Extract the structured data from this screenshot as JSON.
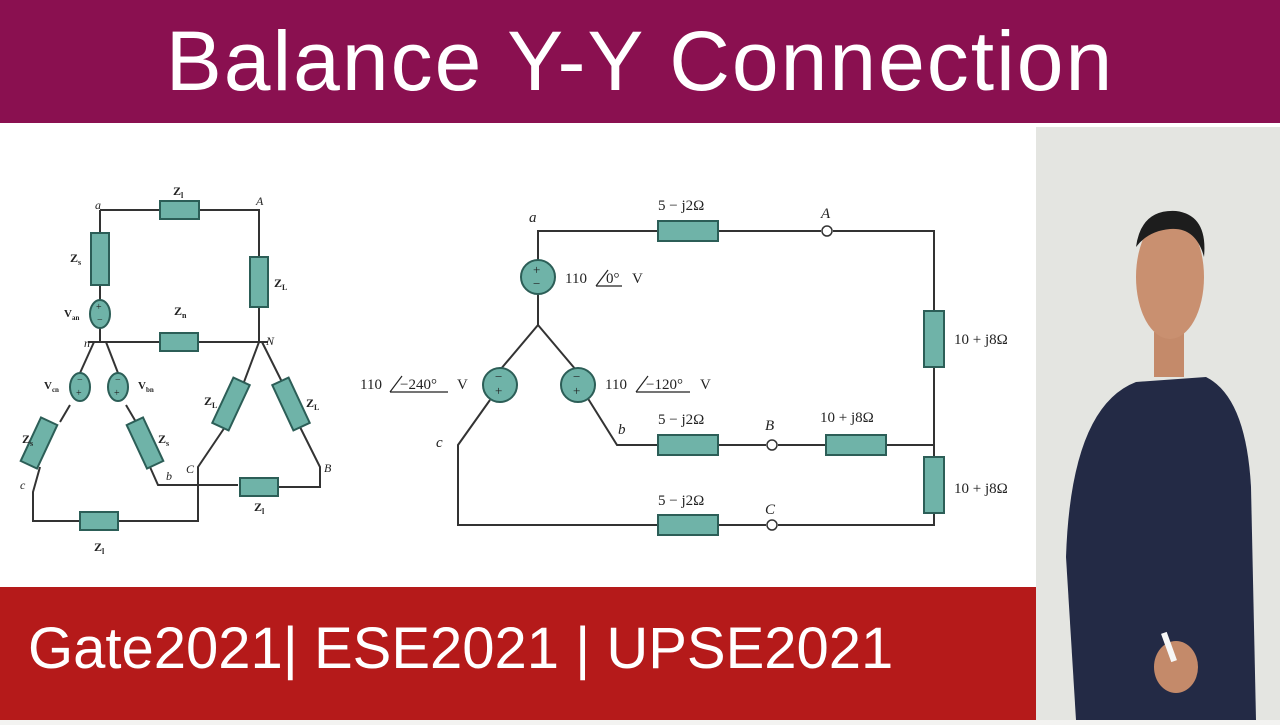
{
  "header": {
    "title": "Balance Y-Y Connection"
  },
  "footer": {
    "text": "Gate2021| ESE2021 | UPSE2021"
  },
  "left_diagram": {
    "labels": {
      "a": "a",
      "A": "A",
      "n": "n",
      "N": "N",
      "b": "b",
      "B": "B",
      "c": "c",
      "C": "C",
      "zl_top": "Z",
      "zs_a": "Z",
      "zl_a": "Z",
      "zn": "Z",
      "van": "V",
      "vcn": "V",
      "vbn": "V",
      "zs_c": "Z",
      "zs_b": "Z",
      "zl_ca": "Z",
      "zl_ab": "Z",
      "zl_bc": "Z",
      "zl_bottom": "Z"
    },
    "subs": {
      "l": "l",
      "s": "s",
      "L": "L",
      "n": "n",
      "an": "an",
      "cn": "cn",
      "bn": "bn"
    }
  },
  "right_diagram": {
    "node_labels": {
      "a": "a",
      "A": "A",
      "b": "b",
      "B": "B",
      "c": "c",
      "C": "C"
    },
    "line_impedances": {
      "a": "5 − j2Ω",
      "b": "5 − j2Ω",
      "c": "5 − j2Ω"
    },
    "load_impedances": {
      "A": "10 + j8Ω",
      "B": "10 + j8Ω",
      "C": "10 + j8Ω"
    },
    "sources": {
      "a": {
        "mag": "110",
        "angle": "0°",
        "unit": "V"
      },
      "b": {
        "mag": "110",
        "angle": "−120°",
        "unit": "V"
      },
      "c": {
        "mag": "110",
        "angle": "−240°",
        "unit": "V"
      }
    }
  },
  "presenter": {
    "present": true
  },
  "colors": {
    "header": "#8a1050",
    "footer": "#b51a1a",
    "component": "#6fb3a8",
    "panel": "#e4e5e1"
  }
}
